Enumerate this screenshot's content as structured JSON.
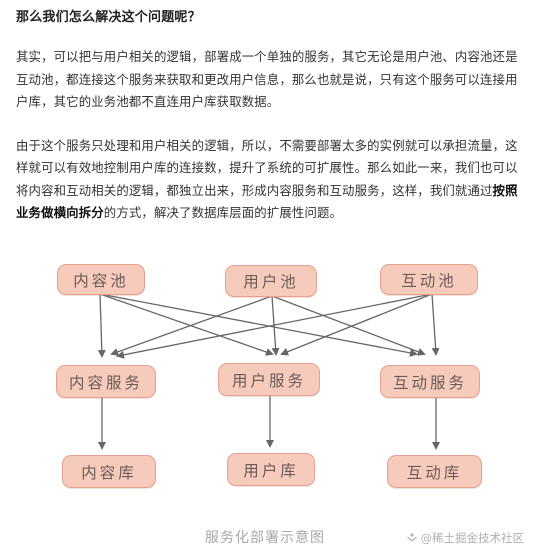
{
  "article": {
    "heading": "那么我们怎么解决这个问题呢？",
    "paragraph1": "其实，可以把与用户相关的逻辑，部署成一个单独的服务，其它无论是用户池、内容池还是互动池，都连接这个服务来获取和更改用户信息，那么也就是说，只有这个服务可以连接用户库，其它的业务池都不直连用户库获取数据。",
    "paragraph2_before": "由于这个服务只处理和用户相关的逻辑，所以，不需要部署太多的实例就可以承担流量，这样就可以有效地控制用户库的连接数，提升了系统的可扩展性。那么如此一来，我们也可以将内容和互动相关的逻辑，都独立出来，形成内容服务和互动服务，这样，我们就通过",
    "paragraph2_bold": "按照业务做横向拆分",
    "paragraph2_after": "的方式，解决了数据库层面的扩展性问题。"
  },
  "diagram": {
    "pools": [
      "内容池",
      "用户池",
      "互动池"
    ],
    "services": [
      "内容服务",
      "用户服务",
      "互动服务"
    ],
    "databases": [
      "内容库",
      "用户库",
      "互动库"
    ],
    "node_fill": "#f6cbbb",
    "node_border": "#e7a28f",
    "arrow_color": "#666666"
  },
  "caption": "服务化部署示意图",
  "watermark": {
    "icon": "juejin-logo-icon",
    "text": "@稀土掘金技术社区"
  }
}
